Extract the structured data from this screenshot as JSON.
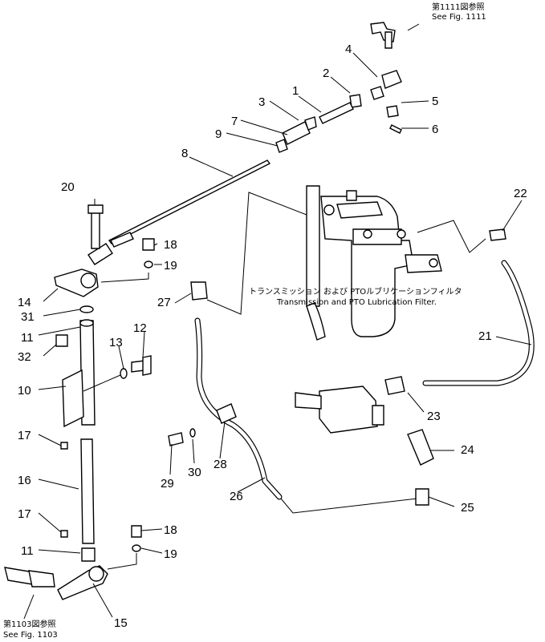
{
  "references": {
    "top_jp": "第1111図参照",
    "top_en": "See Fig. 1111",
    "bottom_jp": "第1103図参照",
    "bottom_en": "See Fig. 1103"
  },
  "filter_caption": {
    "jp": "トランスミッション および PTOルブリケーションフィルタ",
    "en": "Transmission and PTO Lubrication Filter."
  },
  "callouts": [
    "1",
    "2",
    "3",
    "4",
    "5",
    "6",
    "7",
    "8",
    "9",
    "10",
    "11",
    "11",
    "12",
    "13",
    "14",
    "15",
    "16",
    "17",
    "17",
    "18",
    "18",
    "19",
    "19",
    "20",
    "21",
    "22",
    "23",
    "24",
    "25",
    "26",
    "27",
    "28",
    "29",
    "30",
    "31",
    "32"
  ]
}
